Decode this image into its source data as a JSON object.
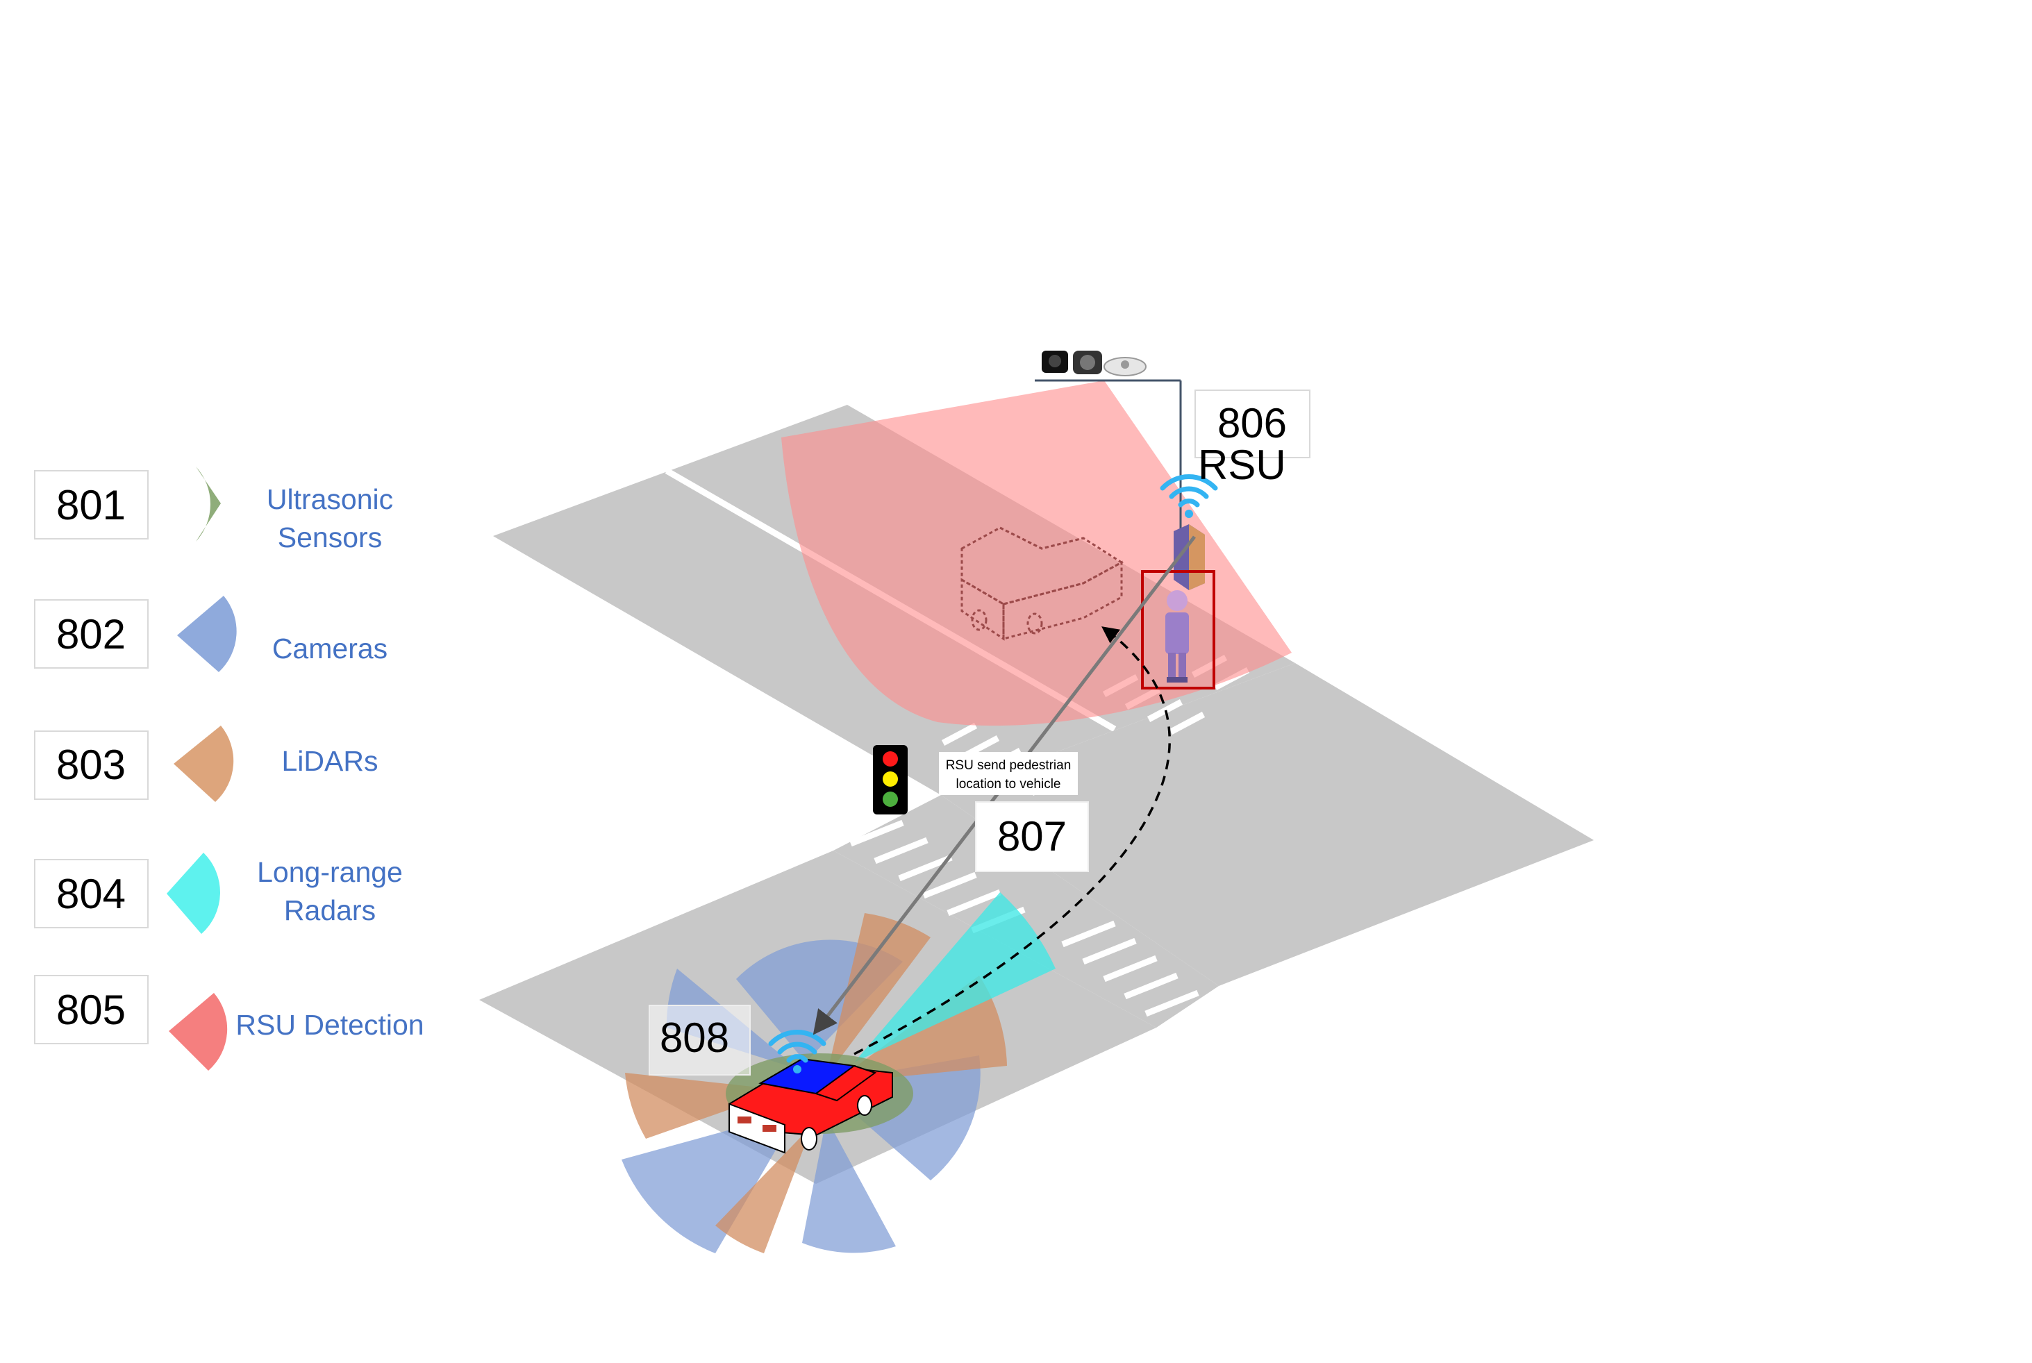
{
  "legend": [
    {
      "code": "801",
      "label_line1": "Ultrasonic",
      "label_line2": "Sensors",
      "color": "#8fad7a",
      "icon": "ultrasonic-fan-icon"
    },
    {
      "code": "802",
      "label_line1": "Cameras",
      "label_line2": "",
      "color": "#8faadc",
      "icon": "camera-fan-icon"
    },
    {
      "code": "803",
      "label_line1": "LiDARs",
      "label_line2": "",
      "color": "#dda57c",
      "icon": "lidar-fan-icon"
    },
    {
      "code": "804",
      "label_line1": "Long-range",
      "label_line2": "Radars",
      "color": "#5ef2ee",
      "icon": "radar-fan-icon"
    },
    {
      "code": "805",
      "label_line1": "RSU Detection",
      "label_line2": "",
      "color": "#f57f7f",
      "icon": "rsu-detection-fan-icon"
    }
  ],
  "rsu": {
    "code": "806",
    "label": "RSU",
    "detection_color": "#ff8c8c"
  },
  "message": {
    "code": "807",
    "line1": "RSU send pedestrian",
    "line2": "location  to vehicle"
  },
  "vehicle": {
    "code": "808",
    "body_color": "#ff1a1a",
    "roof_color": "#0a1aff"
  },
  "wifi_color": "#33b4f2",
  "road_color": "#c8c8c8"
}
